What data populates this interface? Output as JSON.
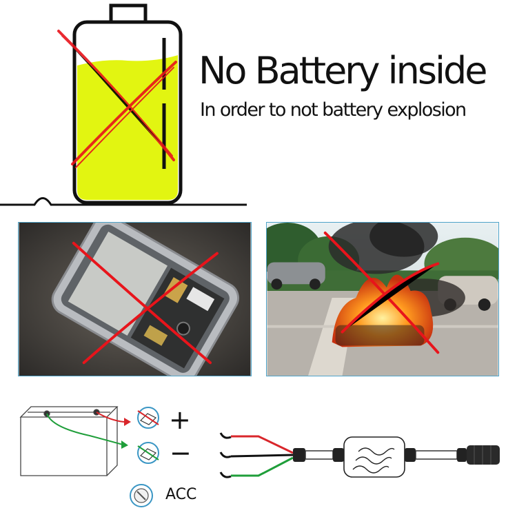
{
  "headline": "No Battery inside",
  "subheadline": "In order to not battery explosion",
  "wiring": {
    "positive_symbol": "+",
    "negative_symbol": "−",
    "acc_label": "ACC"
  },
  "icons": {
    "battery": "battery-icon",
    "cross": "red-cross-icon",
    "positive_terminal": "positive-terminal-icon",
    "negative_terminal": "negative-terminal-icon",
    "ignition": "ignition-key-icon",
    "adapter": "power-adapter-icon"
  },
  "colors": {
    "battery_fill": "#e2f511",
    "cross": "#e8141b",
    "photo_border": "#4da3c9",
    "wire_positive": "#d9262b",
    "wire_ground": "#1f9e3a",
    "wire_acc": "#111111"
  }
}
